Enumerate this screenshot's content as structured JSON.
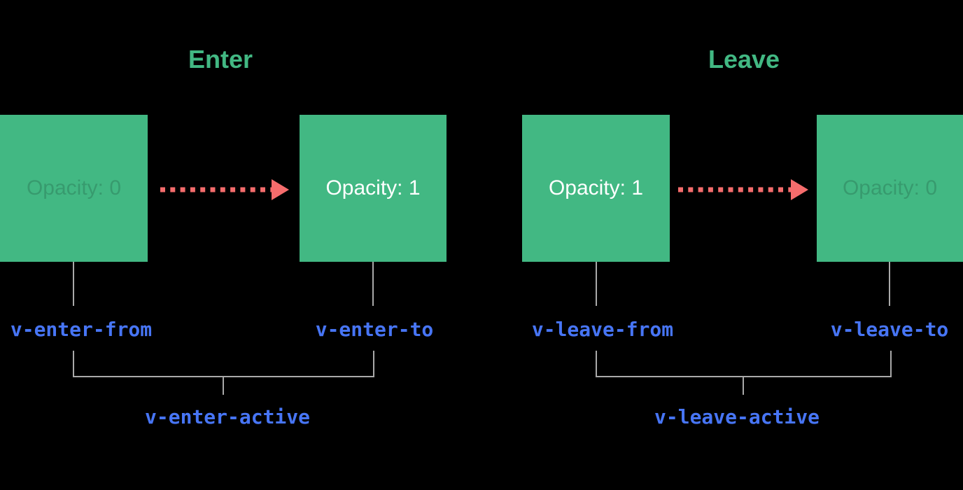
{
  "diagram": {
    "description": "Vue transition class lifecycle diagram",
    "background": "#000000",
    "colors": {
      "box_green": "#42b883",
      "title_green": "#42b883",
      "label_blue": "#4775f5",
      "arrow_red": "#f56c6c",
      "line_gray": "#a9a9a9",
      "box_text_solid": "#ffffff"
    },
    "enter": {
      "title": "Enter",
      "from_box": "Opacity: 0",
      "to_box": "Opacity: 1",
      "from_label": "v-enter-from",
      "to_label": "v-enter-to",
      "active_label": "v-enter-active"
    },
    "leave": {
      "title": "Leave",
      "from_box": "Opacity: 1",
      "to_box": "Opacity: 0",
      "from_label": "v-leave-from",
      "to_label": "v-leave-to",
      "active_label": "v-leave-active"
    }
  }
}
